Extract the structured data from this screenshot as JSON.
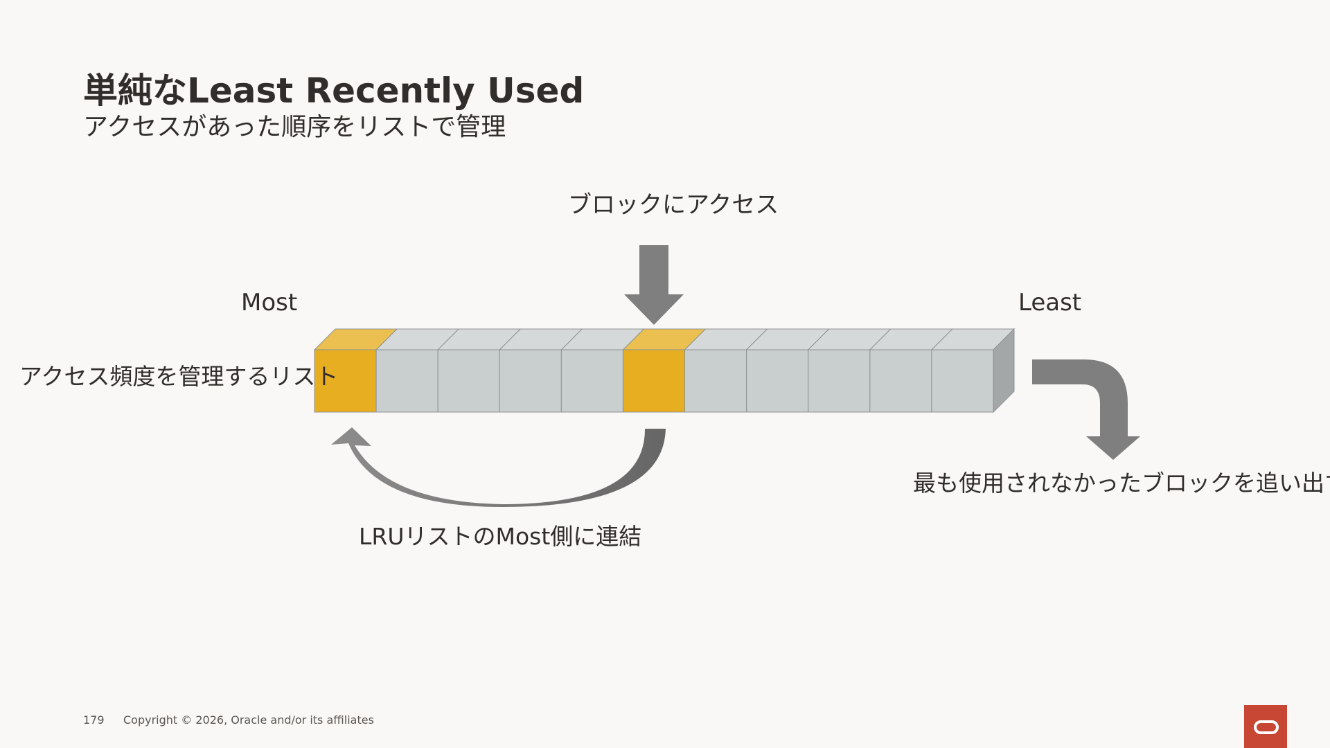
{
  "slide": {
    "title": "単純なLeast Recently Used",
    "subtitle": "アクセスがあった順序をリストで管理"
  },
  "diagram": {
    "access_label": "ブロックにアクセス",
    "most_label": "Most",
    "least_label": "Least",
    "list_label": "アクセス頻度を管理するリスト",
    "evict_label": "最も使用されなかったブロックを追い出す",
    "link_label": "LRUリストのMost側に連結",
    "blocks": [
      {
        "state": "accessed"
      },
      {
        "state": "normal"
      },
      {
        "state": "normal"
      },
      {
        "state": "normal"
      },
      {
        "state": "normal"
      },
      {
        "state": "accessed"
      },
      {
        "state": "normal"
      },
      {
        "state": "normal"
      },
      {
        "state": "normal"
      },
      {
        "state": "normal"
      },
      {
        "state": "normal"
      }
    ],
    "colors": {
      "accessed_front": "#E8AE22",
      "accessed_top": "#EBC050",
      "normal_front": "#C9CECE",
      "normal_top": "#D5D9D9",
      "side": "#A3A7A7",
      "edge": "#8E9292",
      "arrow": "#7F7F7F"
    }
  },
  "footer": {
    "page_number": "179",
    "copyright": "Copyright © 2026, Oracle and/or its affiliates"
  },
  "logo": {
    "icon": "oracle-logo-icon",
    "color": "#C74634"
  }
}
